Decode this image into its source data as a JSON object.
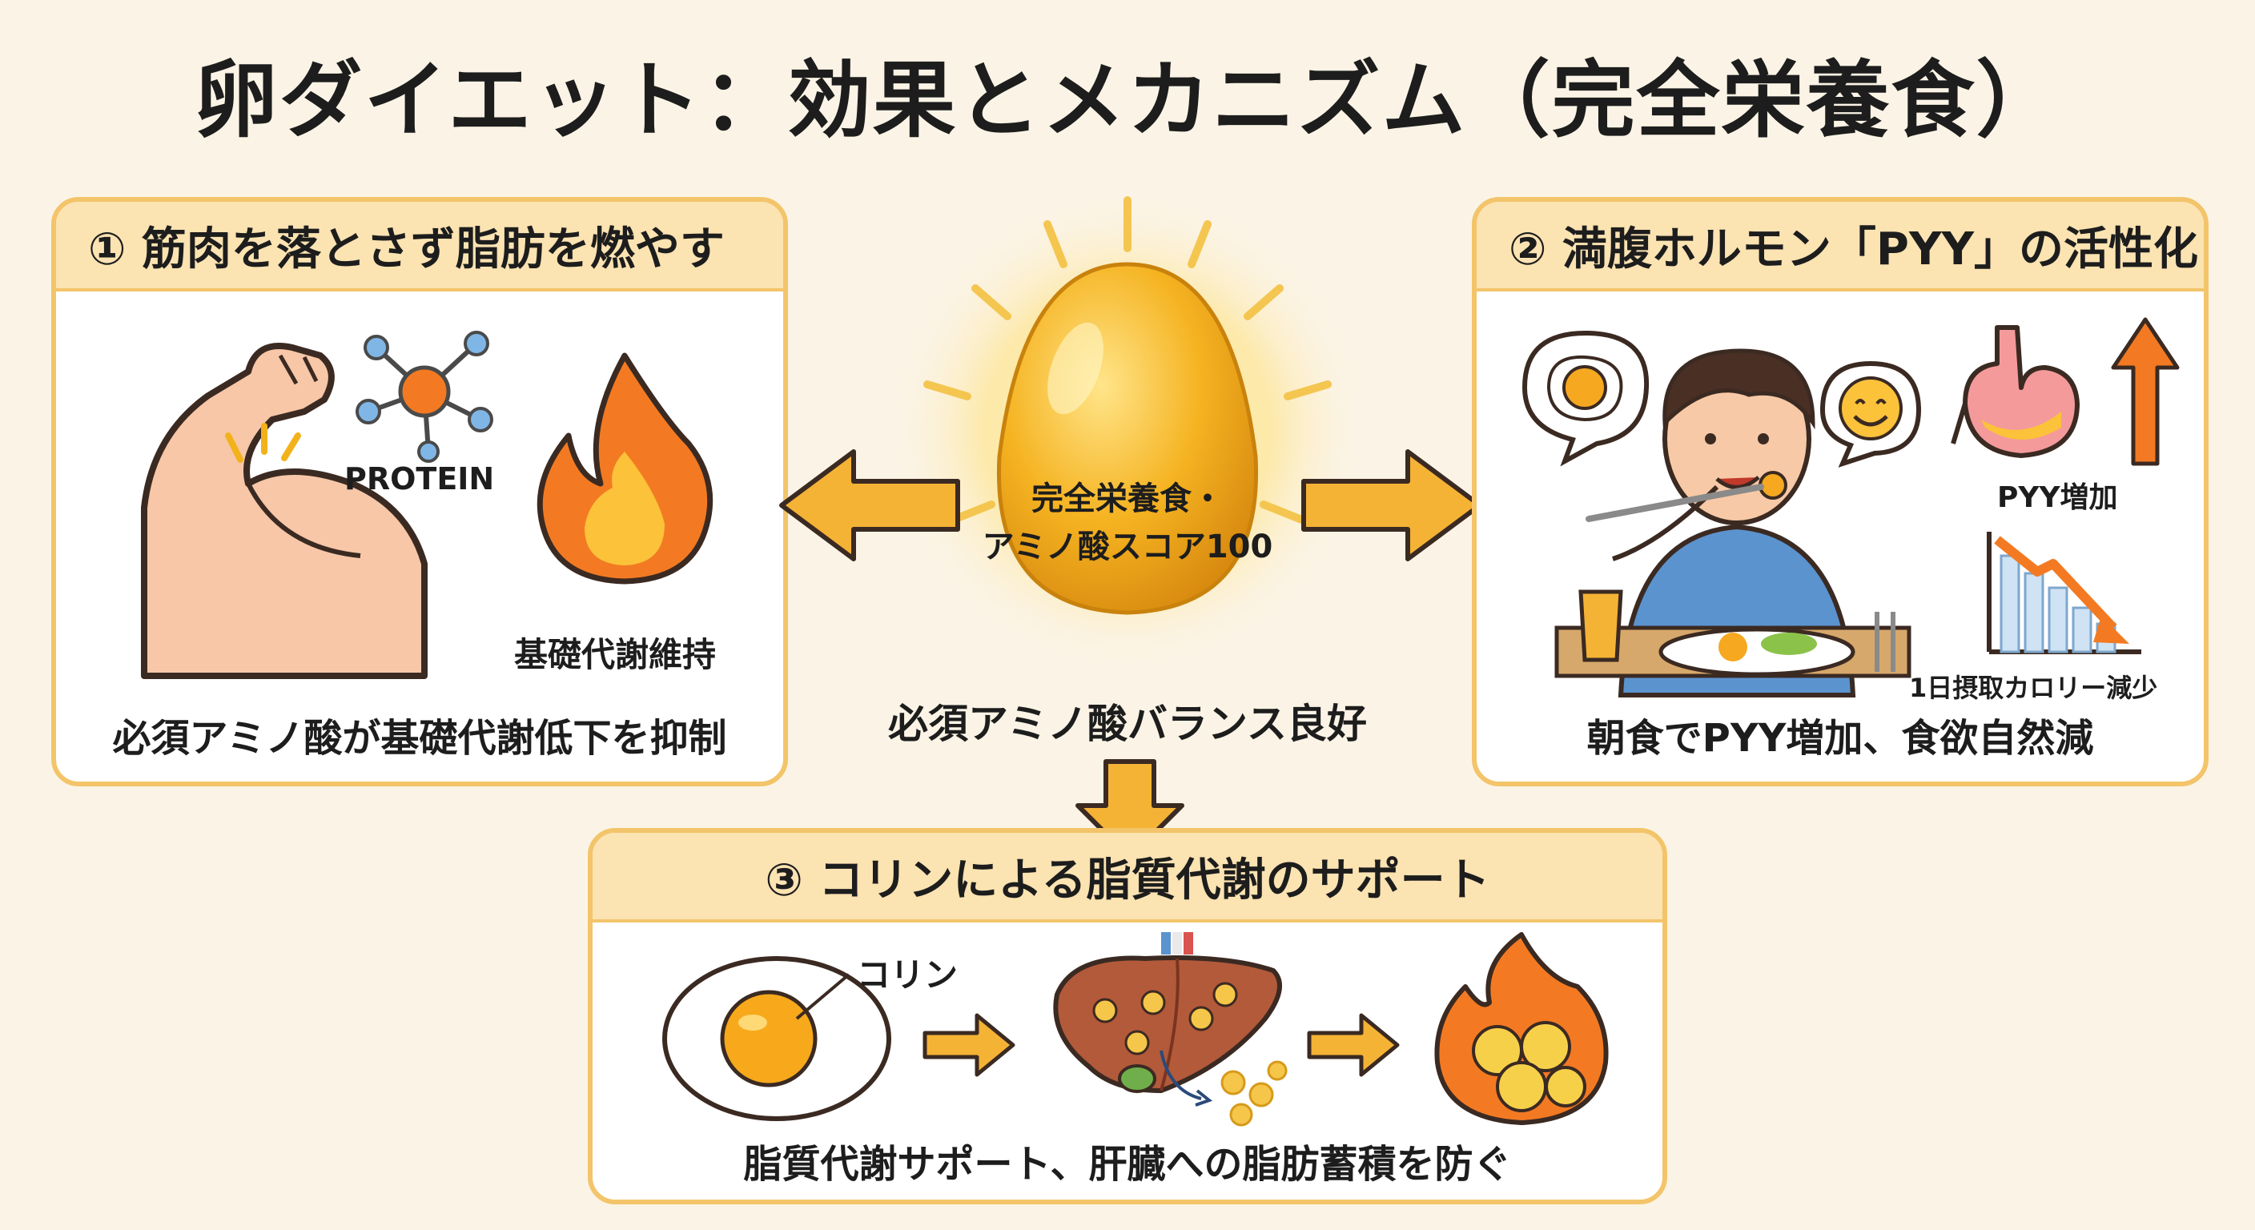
{
  "title": "卵ダイエット：効果とメカニズム（完全栄養食）",
  "center": {
    "egg_line1": "完全栄養食・",
    "egg_line2": "アミノ酸スコア100",
    "caption": "必須アミノ酸バランス良好"
  },
  "panels": [
    {
      "header": "① 筋肉を落とさず脂肪を燃やす",
      "labels": {
        "protein": "PROTEIN",
        "metabolism": "基礎代謝維持"
      },
      "caption": "必須アミノ酸が基礎代謝低下を抑制"
    },
    {
      "header": "② 満腹ホルモン「PYY」の活性化",
      "labels": {
        "pyy": "PYY増加",
        "calorie": "1日摂取カロリー減少"
      },
      "caption": "朝食でPYY増加、食欲自然減"
    },
    {
      "header": "③ コリンによる脂質代謝のサポート",
      "labels": {
        "choline": "コリン"
      },
      "caption": "脂質代謝サポート、肝臓への脂肪蓄積を防ぐ"
    }
  ],
  "colors": {
    "accent": "#f3c46a",
    "header_bg": "#fbe3b2",
    "arrow": "#f5b335",
    "egg": "#f2b21b",
    "flame": "#f37a22"
  },
  "icons": [
    "flexed-arm-icon",
    "molecule-icon",
    "flame-icon",
    "fried-egg-icon",
    "man-eating-icon",
    "smiley-icon",
    "stomach-icon",
    "up-arrow-icon",
    "down-trend-chart-icon",
    "liver-icon",
    "fat-burning-icon"
  ]
}
